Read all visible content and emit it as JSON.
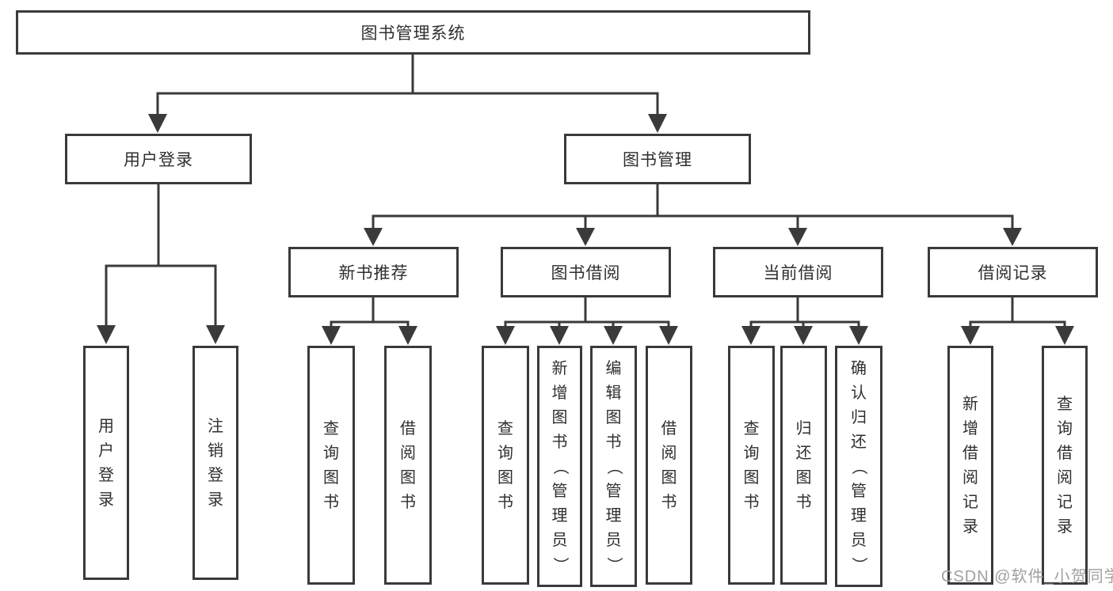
{
  "tree": {
    "root": "图书管理系统",
    "branches": [
      {
        "label": "用户登录",
        "children": [
          "用户登录",
          "注销登录"
        ]
      },
      {
        "label": "图书管理",
        "sections": [
          {
            "label": "新书推荐",
            "children": [
              "查询图书",
              "借阅图书"
            ]
          },
          {
            "label": "图书借阅",
            "children": [
              "查询图书",
              "新增图书（管理员）",
              "编辑图书（管理员）",
              "借阅图书"
            ]
          },
          {
            "label": "当前借阅",
            "children": [
              "查询图书",
              "归还图书",
              "确认归还（管理员）"
            ]
          },
          {
            "label": "借阅记录",
            "children": [
              "新增借阅记录",
              "查询借阅记录"
            ]
          }
        ]
      }
    ]
  },
  "watermark": "CSDN @软件_小贺同学",
  "colors": {
    "line": "#3a3a3a",
    "text": "#2f2f2f",
    "watermark_text": "#a0a0a0"
  }
}
